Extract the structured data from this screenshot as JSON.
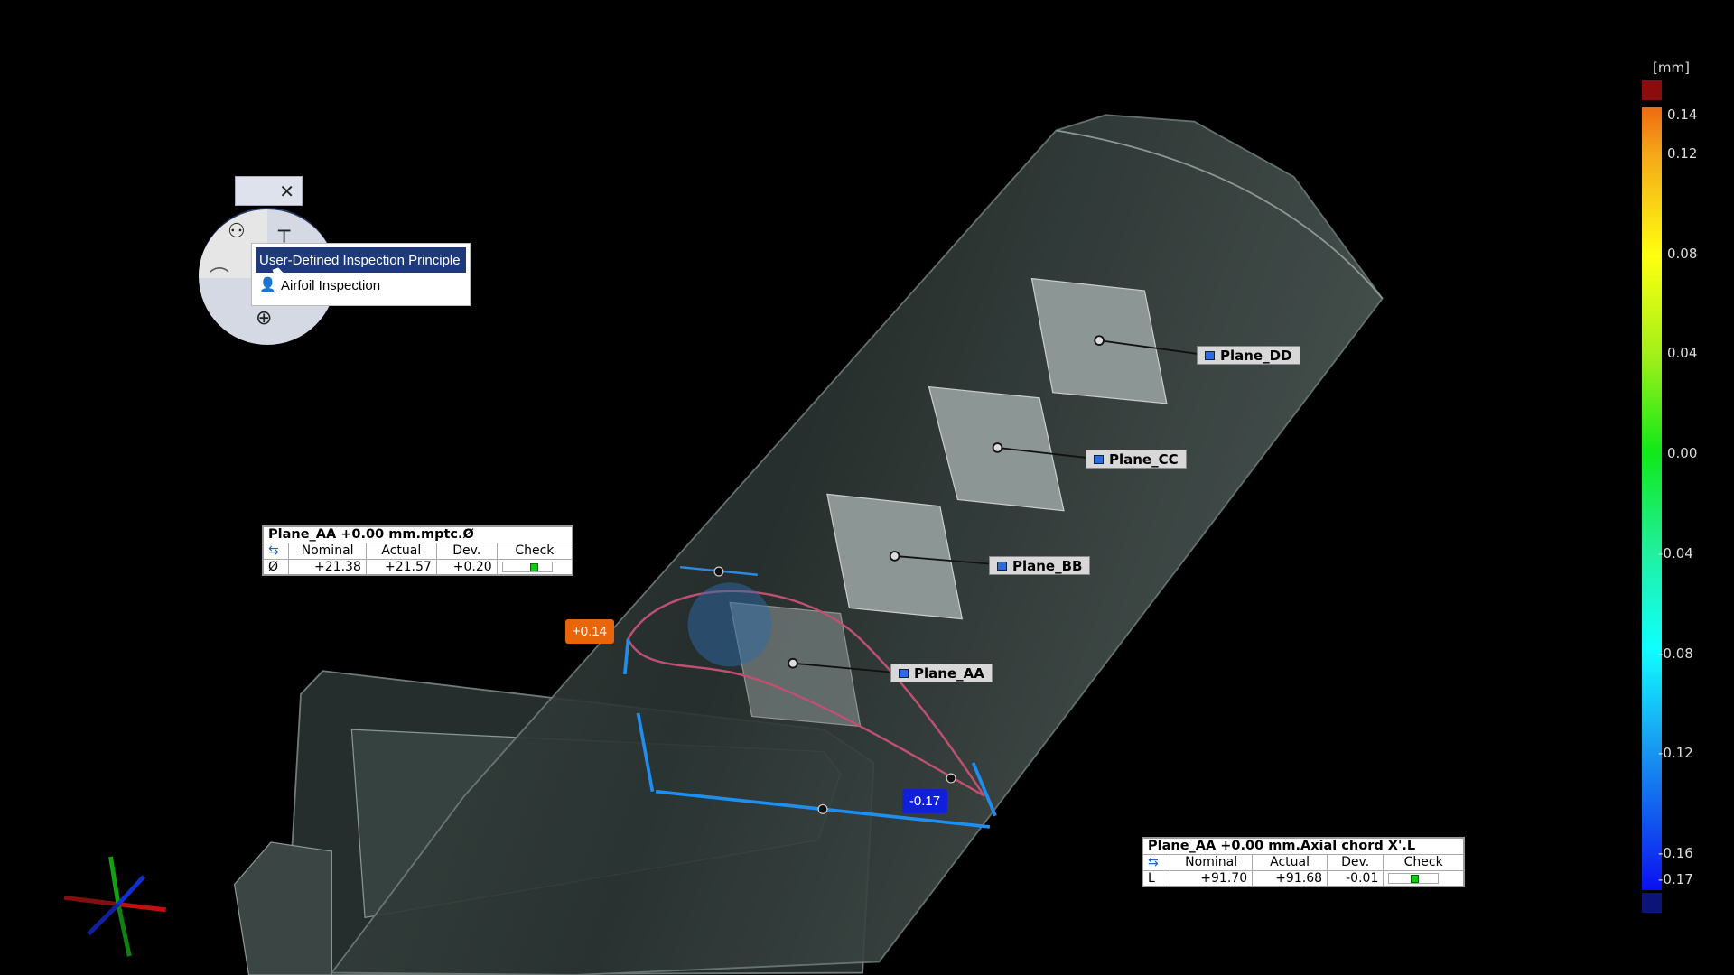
{
  "radial_menu": {
    "close_label": "✕",
    "menu_items": [
      {
        "label": "User-Defined Inspection Principle",
        "selected": true
      },
      {
        "label": "Airfoil Inspection",
        "selected": false
      }
    ]
  },
  "table_diameter": {
    "title": "Plane_AA +0.00 mm.mptc.Ø",
    "headers": [
      "Nominal",
      "Actual",
      "Dev.",
      "Check"
    ],
    "row": {
      "label": "Ø",
      "nominal": "+21.38",
      "actual": "+21.57",
      "dev": "+0.20"
    }
  },
  "table_chord": {
    "title": "Plane_AA +0.00 mm.Axial chord X'.L",
    "headers": [
      "Nominal",
      "Actual",
      "Dev.",
      "Check"
    ],
    "row": {
      "label": "L",
      "nominal": "+91.70",
      "actual": "+91.68",
      "dev": "-0.01"
    }
  },
  "planes": [
    "Plane_DD",
    "Plane_CC",
    "Plane_BB",
    "Plane_AA"
  ],
  "deviation_labels": {
    "max": "+0.14",
    "min": "-0.17",
    "max_color": "#e8650a",
    "min_color": "#1020d8"
  },
  "color_scale": {
    "unit": "[mm]",
    "ticks": [
      "0.14",
      "0.12",
      "0.08",
      "0.04",
      "0.00",
      "-0.04",
      "-0.08",
      "-0.12",
      "-0.16",
      "-0.17"
    ]
  }
}
